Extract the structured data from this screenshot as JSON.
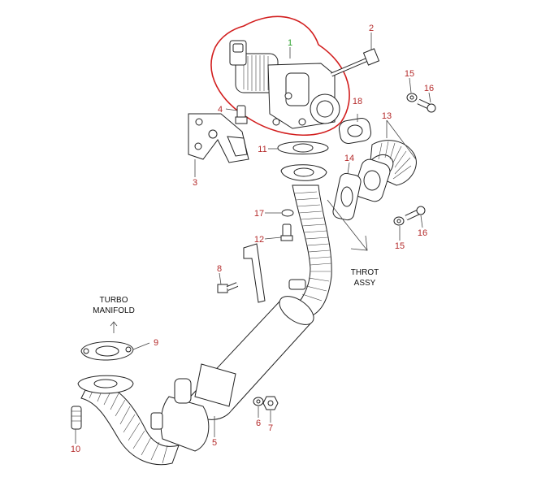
{
  "colors": {
    "callout": "#b42a2a",
    "callout_highlight": "#2aa12a",
    "highlight_ring": "#d21e1e",
    "line": "#222222"
  },
  "callouts": {
    "c1": "1",
    "c2": "2",
    "c3": "3",
    "c4": "4",
    "c5": "5",
    "c6": "6",
    "c7": "7",
    "c8": "8",
    "c9": "9",
    "c10": "10",
    "c11": "11",
    "c12": "12",
    "c13": "13",
    "c14": "14",
    "c15a": "15",
    "c15b": "15",
    "c16a": "16",
    "c16b": "16",
    "c17": "17",
    "c18": "18"
  },
  "notes": {
    "turbo_line1": "TURBO",
    "turbo_line2": "MANIFOLD",
    "throt_line1": "THROT",
    "throt_line2": "ASSY"
  }
}
